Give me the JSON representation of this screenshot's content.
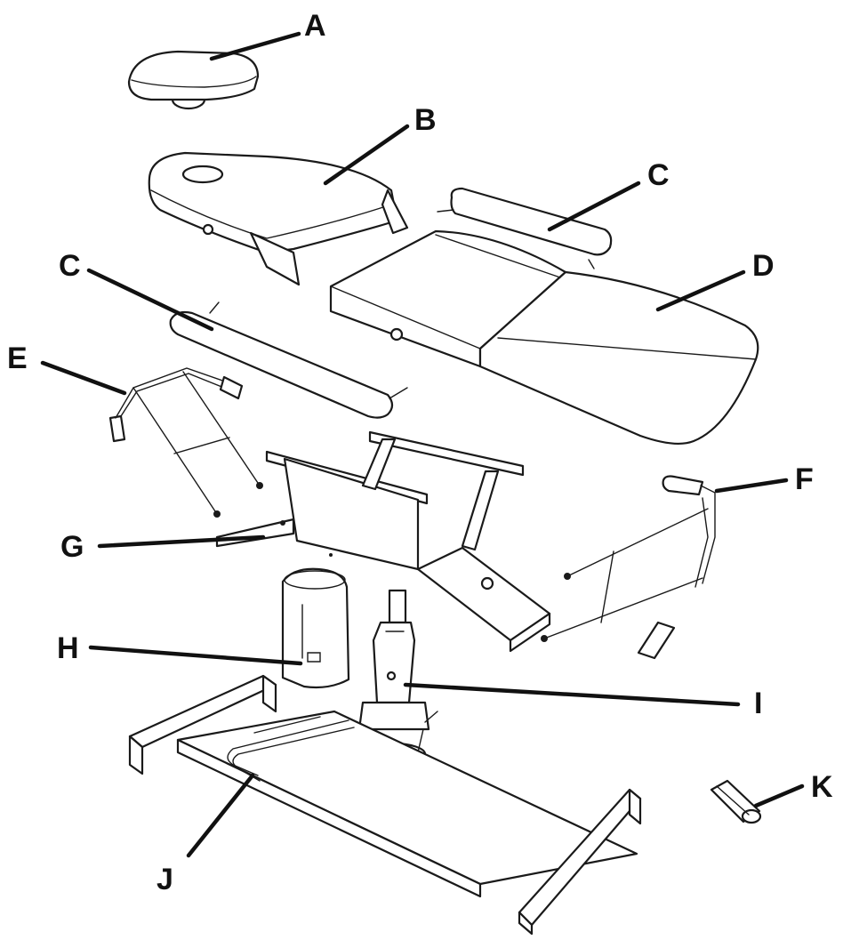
{
  "labels": {
    "A": "A",
    "B": "B",
    "C_top": "C",
    "C_left": "C",
    "D": "D",
    "E": "E",
    "F": "F",
    "G": "G",
    "H": "H",
    "I": "I",
    "J": "J",
    "K": "K"
  },
  "colors": {
    "line": "#1a1a1a",
    "background": "#ffffff"
  }
}
